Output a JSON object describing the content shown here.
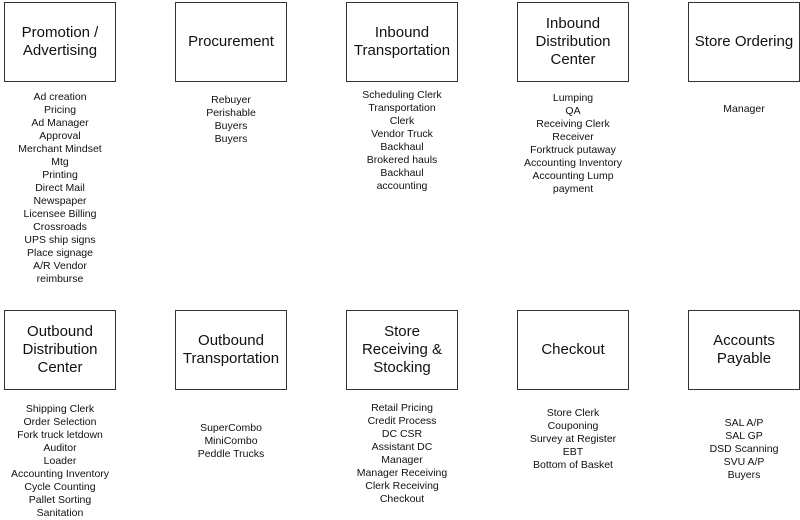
{
  "rows": [
    [
      {
        "title": "Promotion /\nAdvertising",
        "items": [
          "Ad creation",
          "Pricing",
          "Ad Manager",
          "Approval",
          "Merchant Mindset",
          "Mtg",
          "Printing",
          "Direct Mail",
          "Newspaper",
          "Licensee Billing",
          "Crossroads",
          "UPS ship signs",
          "Place signage",
          "A/R Vendor",
          "reimburse"
        ]
      },
      {
        "title": "Procurement",
        "items": [
          "Rebuyer",
          "Perishable",
          "Buyers",
          "Buyers"
        ]
      },
      {
        "title": "Inbound\nTransportation",
        "items": [
          "Scheduling Clerk",
          "Transportation",
          "Clerk",
          "Vendor Truck",
          "Backhaul",
          "Brokered hauls",
          "Backhaul",
          "accounting"
        ]
      },
      {
        "title": "Inbound\nDistribution\nCenter",
        "items": [
          "Lumping",
          "QA",
          "Receiving Clerk",
          "Receiver",
          "Forktruck putaway",
          "Accounting Inventory",
          "Accounting Lump",
          "payment"
        ]
      },
      {
        "title": "Store Ordering",
        "items": [
          "Manager"
        ]
      }
    ],
    [
      {
        "title": "Outbound\nDistribution\nCenter",
        "items": [
          "Shipping Clerk",
          "Order Selection",
          "Fork truck letdown",
          "Auditor",
          "Loader",
          "Accounting Inventory",
          "Cycle Counting",
          "Pallet Sorting",
          "Sanitation"
        ]
      },
      {
        "title": "Outbound\nTransportation",
        "items": [
          "SuperCombo",
          "MiniCombo",
          "Peddle Trucks"
        ]
      },
      {
        "title": "Store\nReceiving &\nStocking",
        "items": [
          "Retail Pricing",
          "Credit Process",
          "DC CSR",
          "Assistant DC",
          "Manager",
          "Manager Receiving",
          "Clerk Receiving",
          "Checkout"
        ]
      },
      {
        "title": "Checkout",
        "items": [
          "Store Clerk",
          "Couponing",
          "Survey at Register",
          "EBT",
          "Bottom of Basket"
        ]
      },
      {
        "title": "Accounts\nPayable",
        "items": [
          "SAL A/P",
          "SAL GP",
          "DSD Scanning",
          "SVU A/P",
          "Buyers"
        ]
      }
    ]
  ]
}
